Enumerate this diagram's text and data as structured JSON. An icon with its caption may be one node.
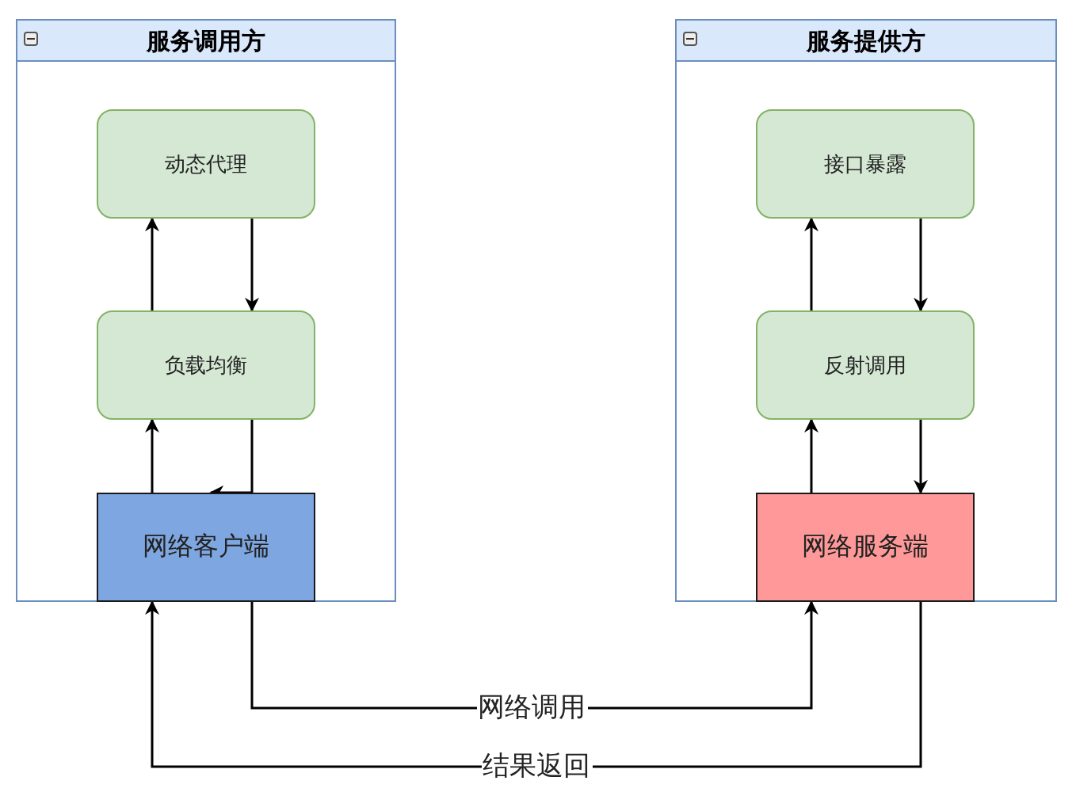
{
  "diagram": {
    "nodes": [
      {
        "text": [
          "服务调用方"
        ]
      },
      {
        "text": [
          "动态代理"
        ],
        "in": 0
      },
      {
        "text": [
          "负载均衡"
        ],
        "in": 0
      },
      {
        "text": [
          "网络客户端"
        ],
        "in": 0
      },
      {
        "text": [
          "服务提供方"
        ]
      },
      {
        "text": [
          "接口暴露"
        ],
        "in": 4
      },
      {
        "text": [
          "反射调用"
        ],
        "in": 4
      },
      {
        "text": [
          "网络服务端"
        ],
        "in": 4
      }
    ],
    "edges": [
      {
        "from": 2,
        "to": 1,
        "arrow": "to"
      },
      {
        "from": 1,
        "to": 2,
        "arrow": "to"
      },
      {
        "from": 3,
        "to": 2,
        "arrow": "to"
      },
      {
        "from": 2,
        "to": 3,
        "arrow": "to"
      },
      {
        "from": 6,
        "to": 5,
        "arrow": "to"
      },
      {
        "from": 5,
        "to": 6,
        "arrow": "to"
      },
      {
        "from": 7,
        "to": 6,
        "arrow": "to"
      },
      {
        "from": 6,
        "to": 7,
        "arrow": "to"
      },
      {
        "from": 3,
        "to": 7,
        "arrow": "to",
        "label": "网络调用"
      },
      {
        "from": 7,
        "to": 3,
        "arrow": "to",
        "label": "结果返回"
      }
    ]
  }
}
